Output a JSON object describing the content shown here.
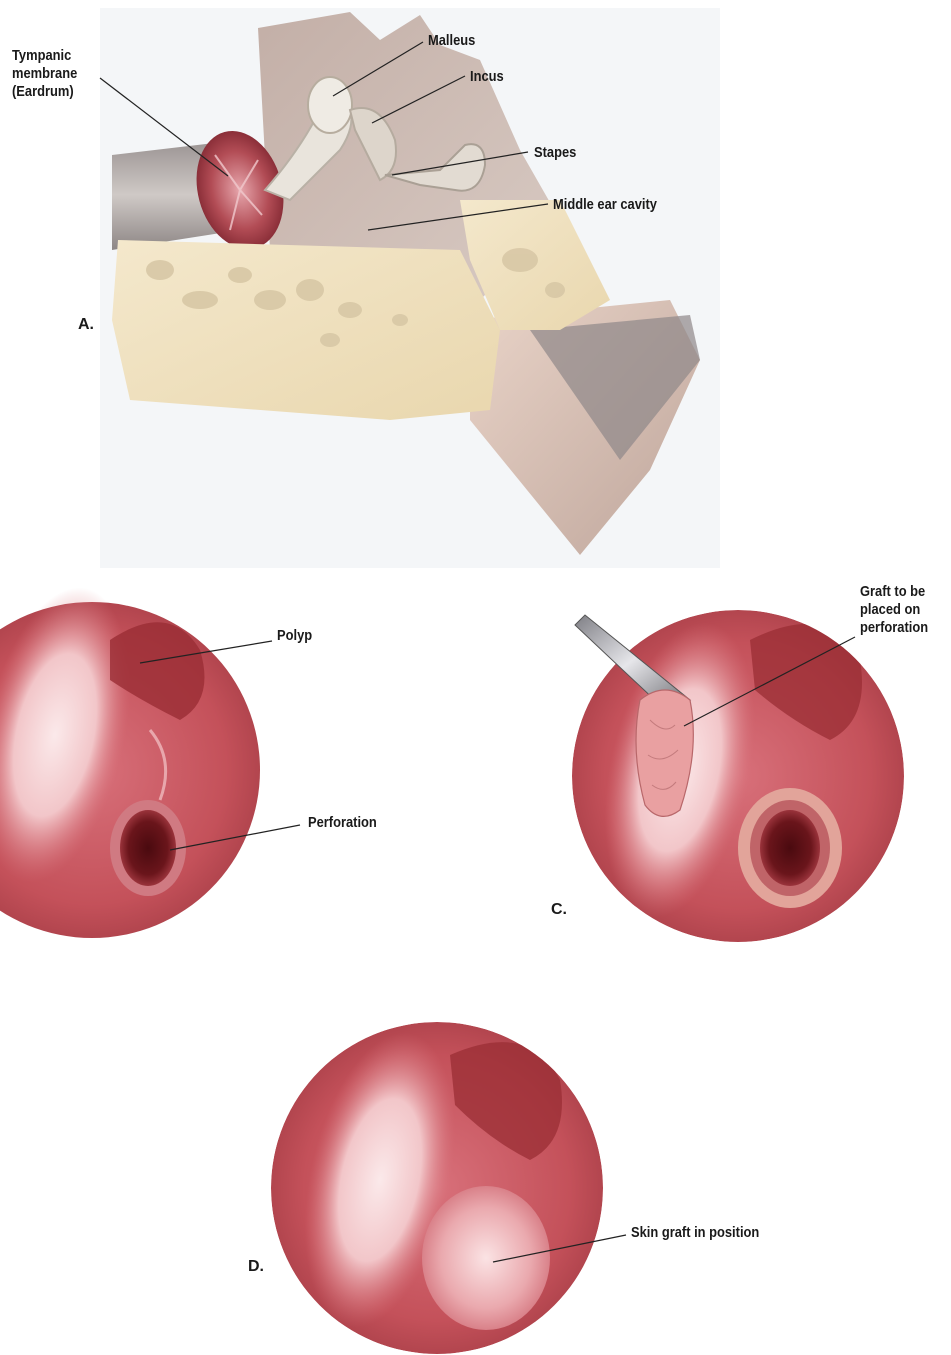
{
  "panel_a": {
    "letter": "A.",
    "labels": {
      "tympanic": "Tympanic membrane (Eardrum)",
      "malleus": "Malleus",
      "incus": "Incus",
      "stapes": "Stapes",
      "middle_ear": "Middle ear cavity"
    }
  },
  "panel_b": {
    "labels": {
      "polyp": "Polyp",
      "perforation": "Perforation"
    }
  },
  "panel_c": {
    "letter": "C.",
    "labels": {
      "graft": "Graft to be placed on perforation"
    }
  },
  "panel_d": {
    "letter": "D.",
    "labels": {
      "skin_graft": "Skin graft in position"
    }
  },
  "colors": {
    "bone": "#efe0bd",
    "cavity": "#c9b6ae",
    "membrane": "#b04a52",
    "ear_pink": "#c9555d",
    "ear_dark": "#8e2a30"
  }
}
